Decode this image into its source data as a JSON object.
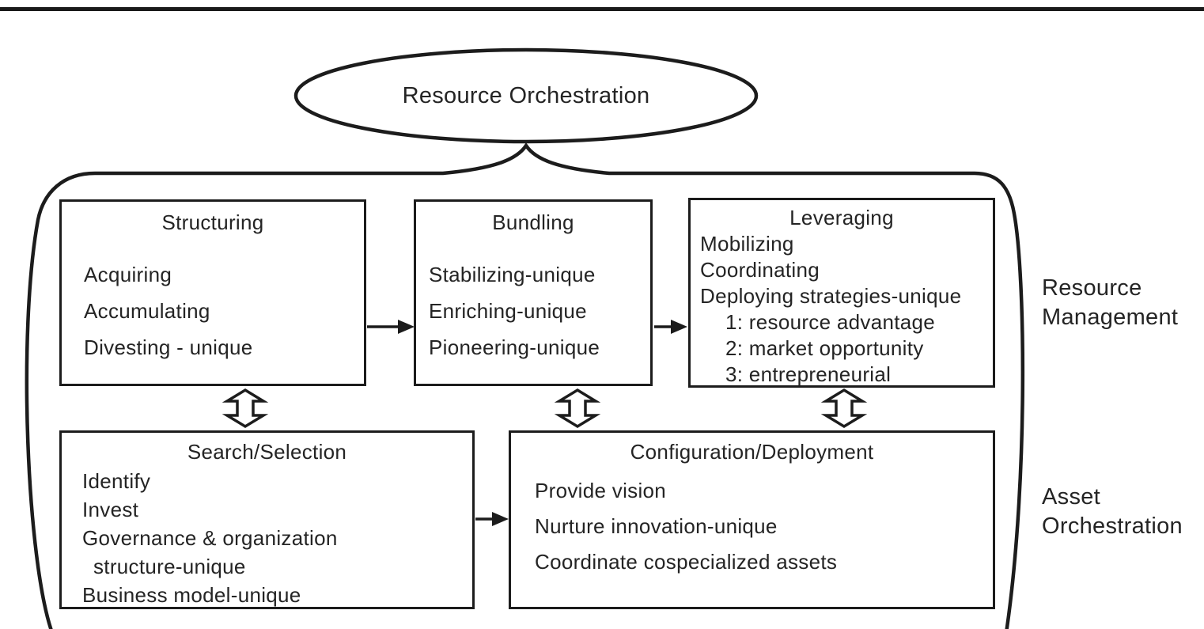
{
  "figure": {
    "top_ellipse": {
      "label": "Resource Orchestration"
    },
    "boxes": [
      {
        "id": "structuring",
        "title": "Structuring",
        "items": [
          "Acquiring",
          "Accumulating",
          "Divesting - unique"
        ]
      },
      {
        "id": "bundling",
        "title": "Bundling",
        "items": [
          "Stabilizing-unique",
          "Enriching-unique",
          "Pioneering-unique"
        ]
      },
      {
        "id": "leveraging",
        "title": "Leveraging",
        "items": [
          "Mobilizing",
          "Coordinating",
          "Deploying strategies-unique",
          "1: resource advantage",
          "2: market opportunity",
          "3: entrepreneurial"
        ]
      },
      {
        "id": "search-selection",
        "title": "Search/Selection",
        "items": [
          "Identify",
          "Invest",
          "Governance & organization",
          "structure-unique",
          "Business model-unique"
        ]
      },
      {
        "id": "configuration-deployment",
        "title": "Configuration/Deployment",
        "items": [
          "Provide vision",
          "Nurture innovation-unique",
          "Coordinate cospecialized assets"
        ]
      }
    ],
    "side_labels": [
      {
        "line1": "Resource",
        "line2": "Management"
      },
      {
        "line1": "Asset",
        "line2": "Orchestration"
      }
    ],
    "colors": {
      "line": "#1c1c1c",
      "text": "#242424",
      "background": "#ffffff"
    }
  }
}
